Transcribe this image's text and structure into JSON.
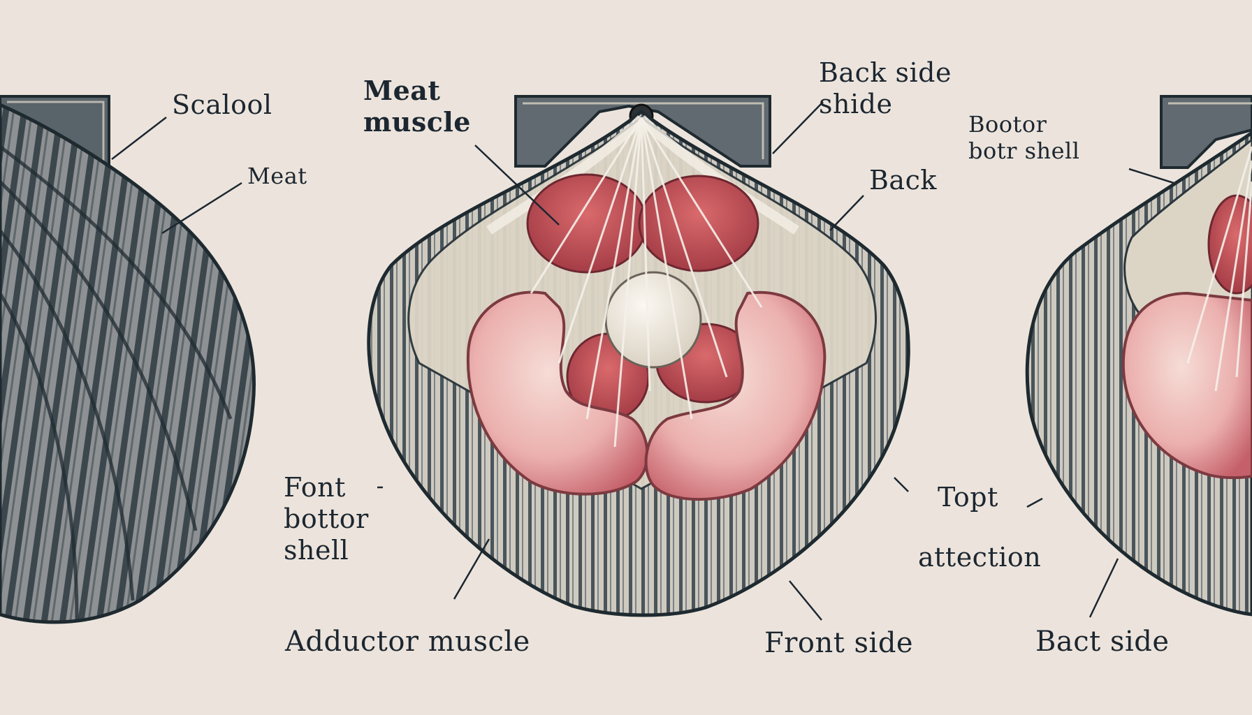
{
  "labels": {
    "scallop": "Scalool",
    "meat_left": "Meat",
    "meat_muscle": "Meat\nmuscle",
    "back_side_shide": "Back side\nshide",
    "back": "Back",
    "bootor_shell": "Bootor\nbotr shell",
    "font_bottor_shell": "Font\nbottor\nshell",
    "topt": "Topt",
    "attection": "attection",
    "adductor_muscle": "Adductor muscle",
    "front_side": "Front side",
    "back_side": "Bact side"
  },
  "colors": {
    "background": "#ece4dc",
    "ink": "#1c2630",
    "shell_dark": "#3e4a50",
    "shell_light": "#ddd6c8",
    "muscle_red": "#c4535a",
    "roe_pink": "#ecb4b2",
    "adductor_cream": "#f1ebe0"
  }
}
